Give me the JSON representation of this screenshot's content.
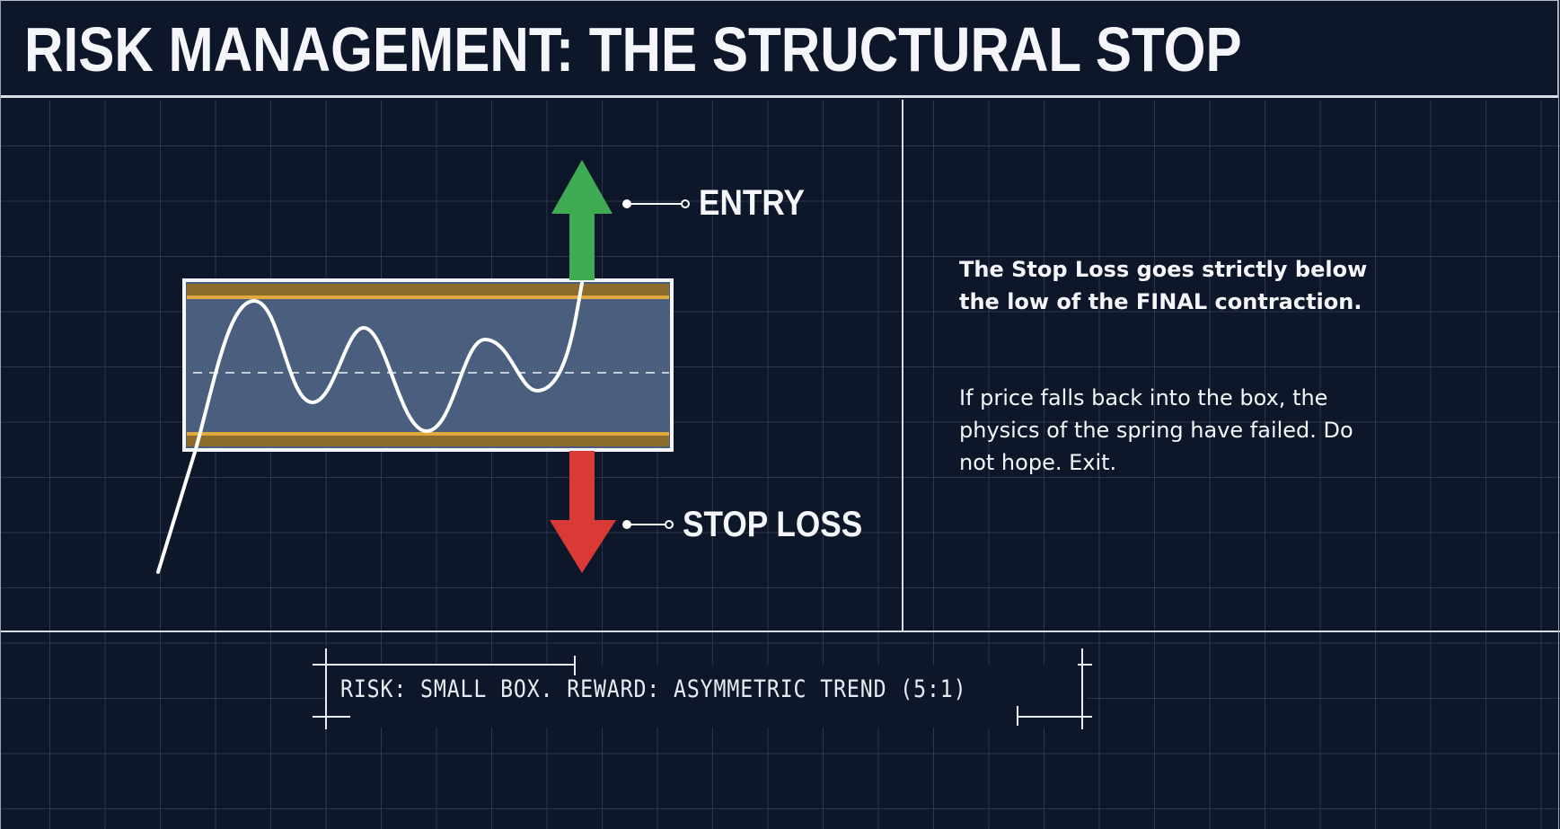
{
  "header": {
    "title": "RISK MANAGEMENT: THE STRUCTURAL STOP"
  },
  "diagram": {
    "entry_label": "ENTRY",
    "stop_loss_label": "STOP LOSS",
    "colors": {
      "background": "#0e1629",
      "box_fill": "#4a5f7e",
      "box_border": "#f4f6fa",
      "band_gold": "#8e6c2e",
      "band_line": "#e2a93d",
      "entry_arrow": "#3fab52",
      "stop_arrow": "#d93a35",
      "price_line": "#ffffff"
    }
  },
  "side_panel": {
    "paragraph_1": "The Stop Loss goes strictly below the low of the FINAL contraction.",
    "paragraph_2": "If price falls back into the box, the physics of the spring have failed. Do not hope. Exit."
  },
  "footer": {
    "caption": "RISK: SMALL BOX. REWARD: ASYMMETRIC TREND (5:1)"
  }
}
